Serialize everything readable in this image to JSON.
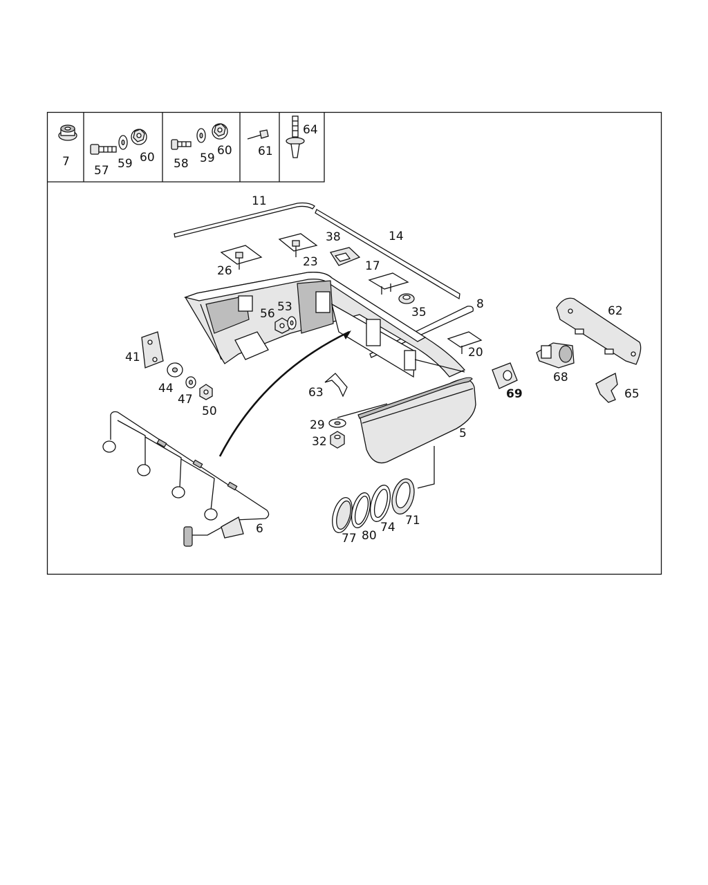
{
  "header_parts": [
    "7",
    "57",
    "59",
    "60",
    "58",
    "59",
    "60",
    "61",
    "64"
  ],
  "main_parts": [
    "11",
    "14",
    "38",
    "26",
    "23",
    "17",
    "35",
    "8",
    "56",
    "53",
    "62",
    "41",
    "20",
    "68",
    "69",
    "44",
    "47",
    "50",
    "63",
    "65",
    "29",
    "32",
    "5",
    "6",
    "77",
    "80",
    "74",
    "71"
  ],
  "highlighted_part": "69"
}
